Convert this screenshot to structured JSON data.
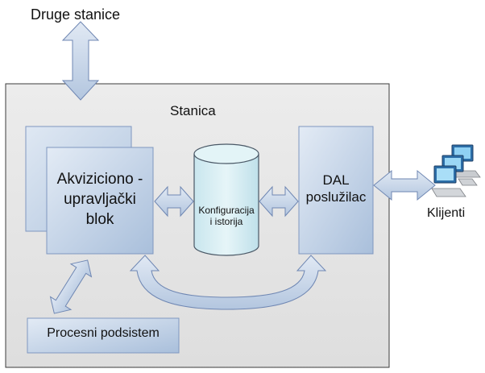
{
  "labels": {
    "other_stations": "Druge stanice",
    "station": "Stanica",
    "acq_block": [
      "Akviziciono -",
      "upravljački",
      "blok"
    ],
    "database": [
      "Konfiguracija",
      "i istorija"
    ],
    "dal_server": [
      "DAL",
      "poslužilac"
    ],
    "clients": "Klijenti",
    "process_subsystem": "Procesni podsistem"
  },
  "colors": {
    "station_fill": "#e4e4e4",
    "box_fill_light": "#dce6f2",
    "box_fill_dark": "#aec2dc",
    "box_stroke": "#7f97c0",
    "arrow_fill": "#c2d3e8",
    "cylinder_fill": "#d7eef3",
    "cylinder_stroke": "#4a5866"
  },
  "icons": [
    "computers-icon"
  ]
}
